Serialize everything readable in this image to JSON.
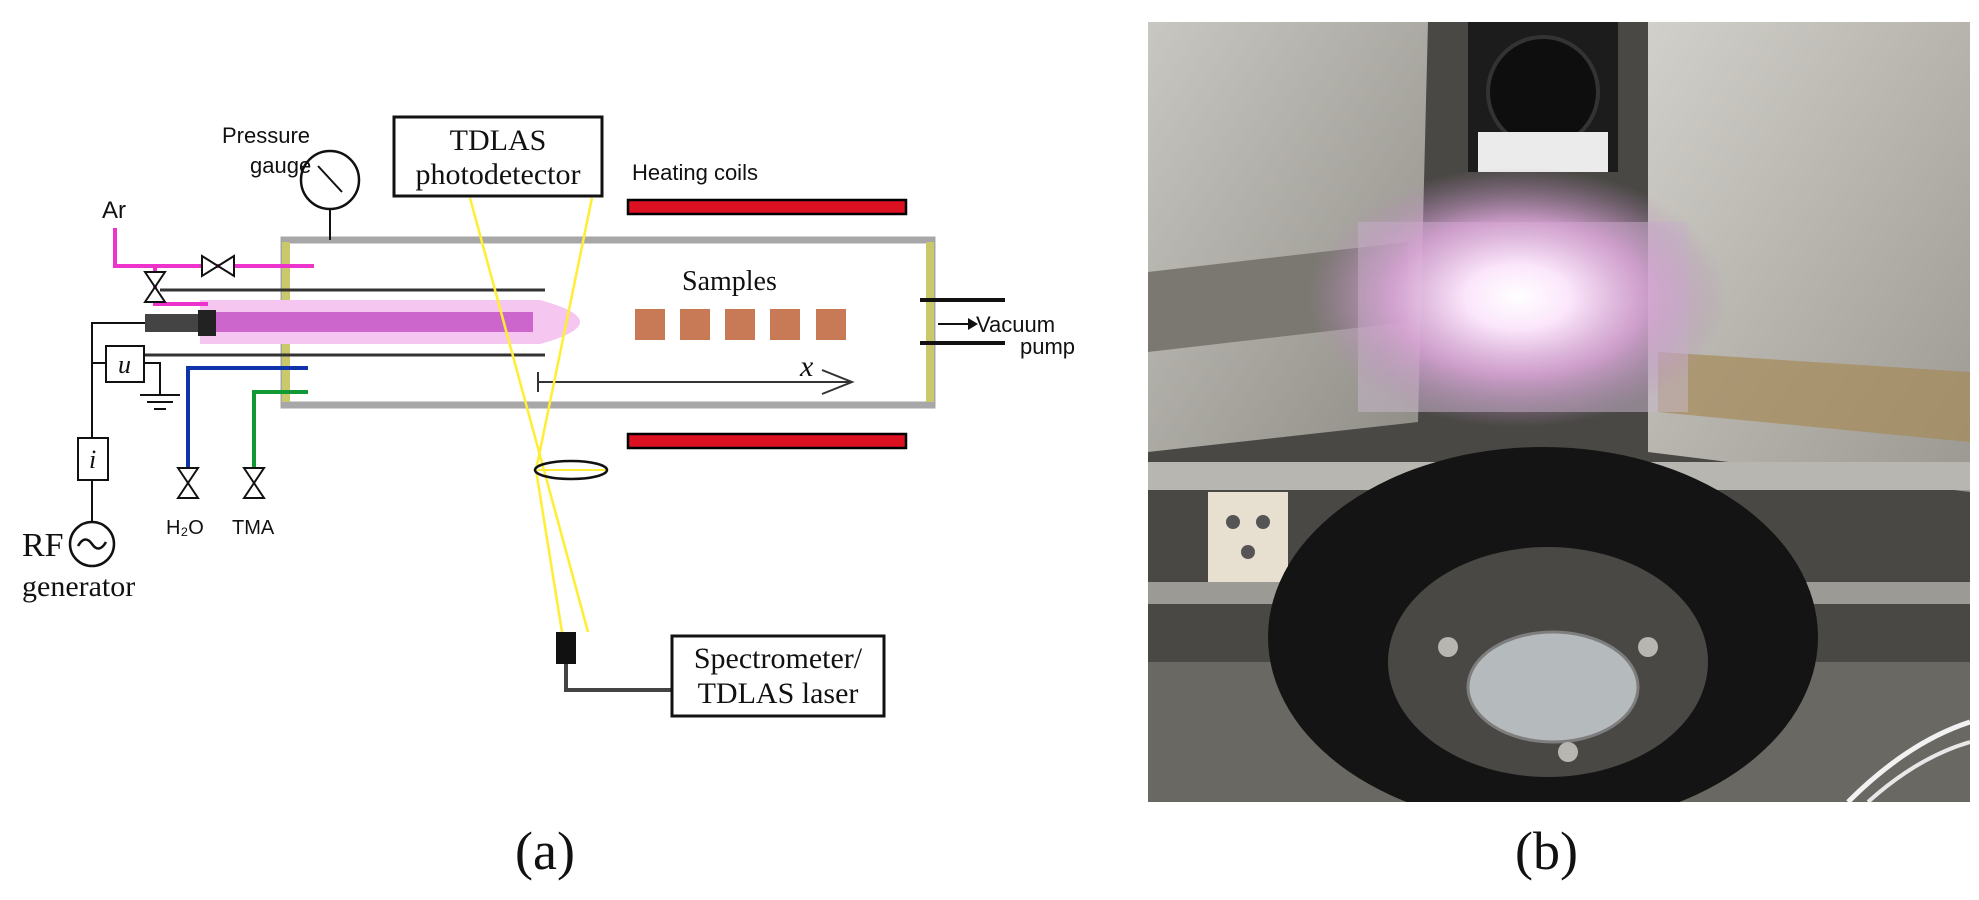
{
  "panel_a": {
    "pressure_gauge": [
      "Pressure",
      "gauge"
    ],
    "tdlas_photodetector": [
      "TDLAS",
      "photodetector"
    ],
    "heating_coils": "Heating coils",
    "ar": "Ar",
    "samples": "Samples",
    "vacuum_pump": [
      "Vacuum",
      "pump"
    ],
    "u_symbol": "u",
    "x_symbol": "x",
    "i_symbol": "i",
    "h2o": "H₂O",
    "tma": "TMA",
    "rf_generator": [
      "RF",
      "generator"
    ],
    "spectrometer": [
      "Spectrometer/",
      "TDLAS laser"
    ],
    "colors": {
      "ar_line": "#ee33cc",
      "h2o_line": "#1133aa",
      "tma_line": "#119933",
      "laser": "#ffee33",
      "heating_coil": "#dd1122",
      "sample": "#c77a55",
      "plasma": "#cc66cc",
      "plasma_glow": "#f5c6ef"
    }
  },
  "panel_b": {
    "description_icon": "photo-of-plasma-reactor"
  },
  "labels": {
    "a": "(a)",
    "b": "(b)"
  }
}
